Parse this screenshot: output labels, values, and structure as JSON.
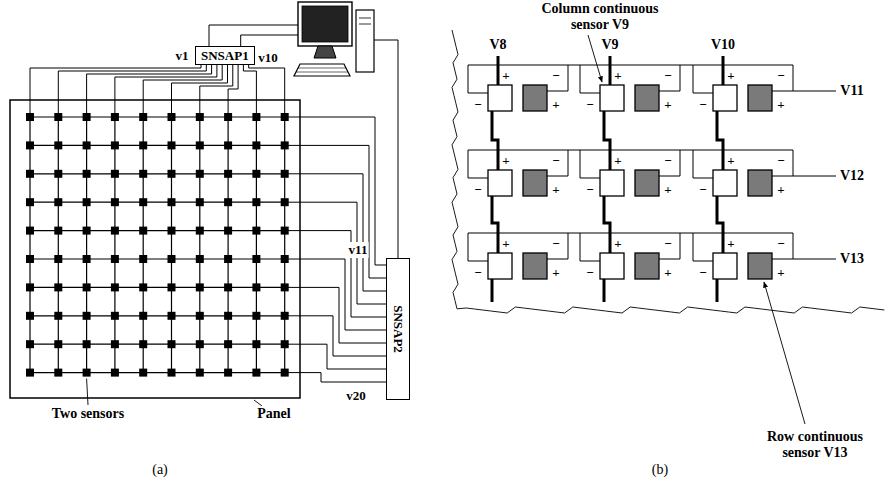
{
  "diagram": {
    "nodes": [
      {
        "text": [
          "SNSAP1"
        ]
      },
      {
        "text": [
          "SNSAP2"
        ]
      }
    ],
    "labels": [
      "v1",
      "v10",
      "v11",
      "v20",
      "Two sensors",
      "Panel",
      "(a)",
      "V8",
      "V9",
      "V10",
      "V11",
      "V12",
      "V13",
      "Column continuous sensor V9",
      "Row continuous sensor V13",
      "(b)",
      "+",
      "−",
      "−",
      "+",
      "+",
      "−",
      "−",
      "+",
      "+",
      "−",
      "−",
      "+",
      "+",
      "−",
      "−",
      "+",
      "+",
      "−",
      "−",
      "+",
      "+",
      "−",
      "−",
      "+",
      "+",
      "−",
      "−",
      "+",
      "+",
      "−",
      "−",
      "+",
      "+",
      "−",
      "−",
      "+"
    ]
  }
}
